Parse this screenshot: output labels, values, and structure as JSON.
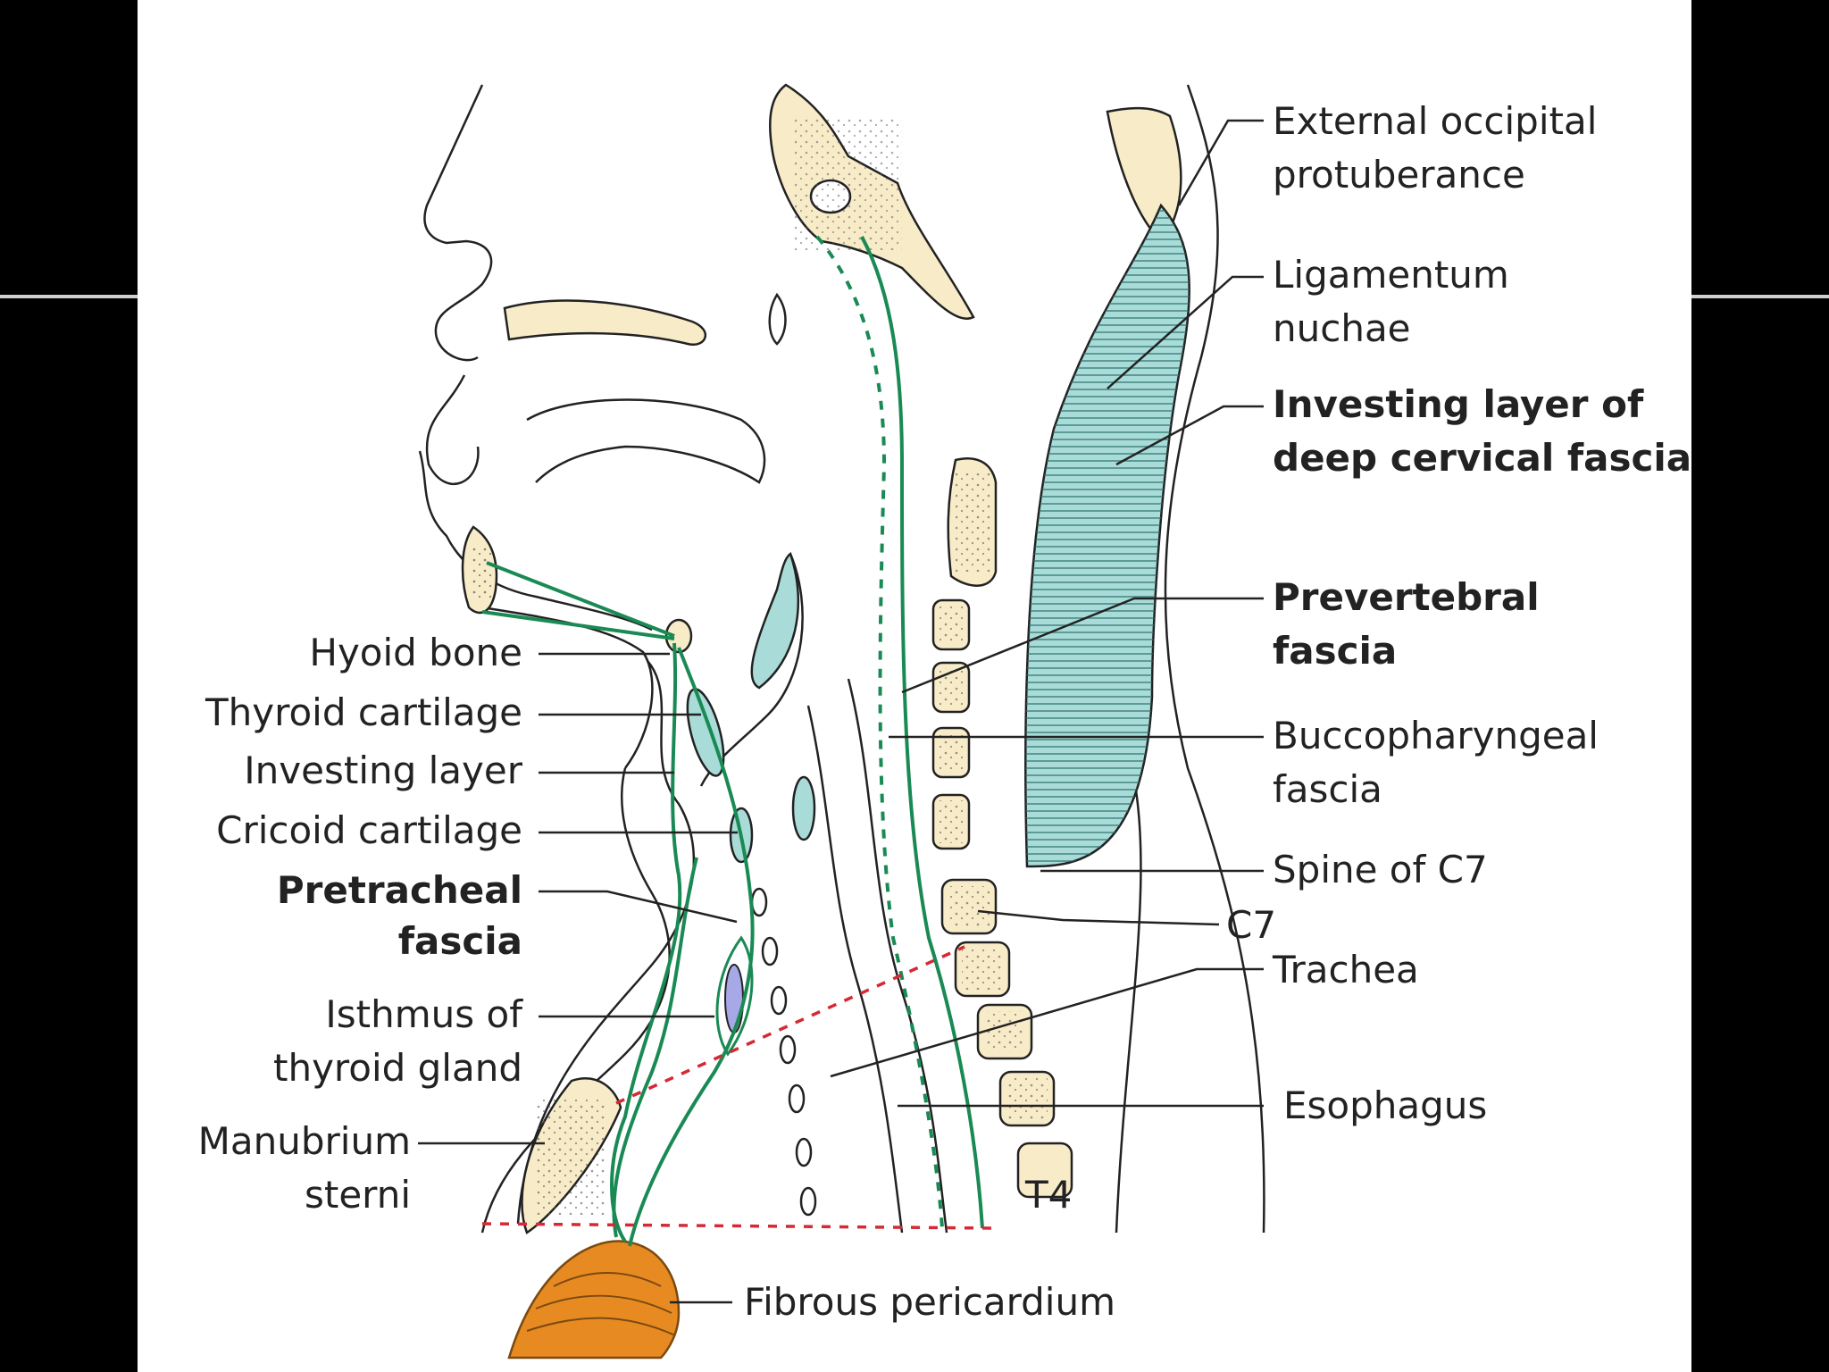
{
  "labels": {
    "hyoid_bone": "Hyoid bone",
    "thyroid_cartilage": "Thyroid cartilage",
    "investing_layer": "Investing layer",
    "cricoid_cartilage": "Cricoid cartilage",
    "pretracheal_fascia": [
      "Pretracheal",
      "fascia"
    ],
    "isthmus_thyroid": [
      "Isthmus of",
      "thyroid gland"
    ],
    "manubrium_sterni": [
      "Manubrium",
      "sterni"
    ],
    "fibrous_pericardium": "Fibrous pericardium",
    "external_occipital_protuberance": [
      "External occipital",
      "protuberance"
    ],
    "ligamentum_nuchae": [
      "Ligamentum",
      "nuchae"
    ],
    "investing_layer_deep": [
      "Investing layer of",
      "deep cervical fascia"
    ],
    "prevertebral_fascia": [
      "Prevertebral",
      "fascia"
    ],
    "buccopharyngeal_fascia": [
      "Buccopharyngeal",
      "fascia"
    ],
    "spine_c7": "Spine of C7",
    "c7": "C7",
    "trachea": "Trachea",
    "esophagus": "Esophagus",
    "t4": "T4"
  },
  "colors": {
    "bone_fill": "#f8ebc8",
    "fascia_green": "#1a8a55",
    "cartilage_fill": "#a9dcd8",
    "dashed_red": "#d42a35",
    "pericardium_fill": "#e88a22",
    "isthmus_fill": "#a7a8e6"
  }
}
